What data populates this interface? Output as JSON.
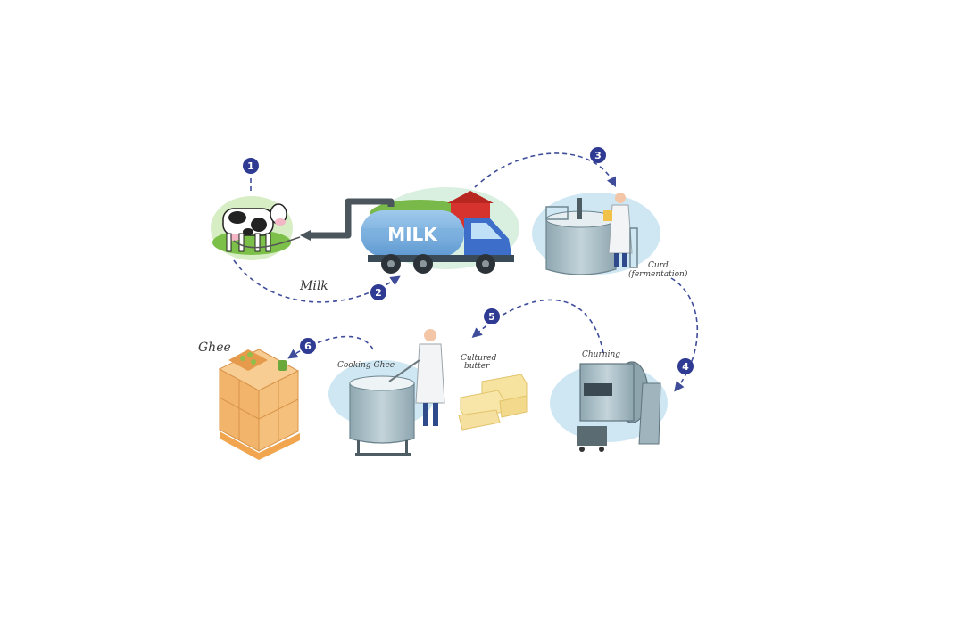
{
  "labels": {
    "milk": "Milk",
    "truck": "MILK",
    "curd_line1": "Curd",
    "curd_line2": "(fermentation)",
    "churning": "Churning",
    "cultured_line1": "Cultured",
    "cultured_line2": "butter",
    "cooking": "Cooking Ghee",
    "ghee": "Ghee"
  },
  "steps": [
    "1",
    "2",
    "3",
    "4",
    "5",
    "6"
  ],
  "colors": {
    "accent": "#2f3a92",
    "dash": "#3e4c9a",
    "blob": "#cfe7f3",
    "tank": "#9fb6bf",
    "butter": "#f7e3a0",
    "box": "#f2b46b"
  }
}
